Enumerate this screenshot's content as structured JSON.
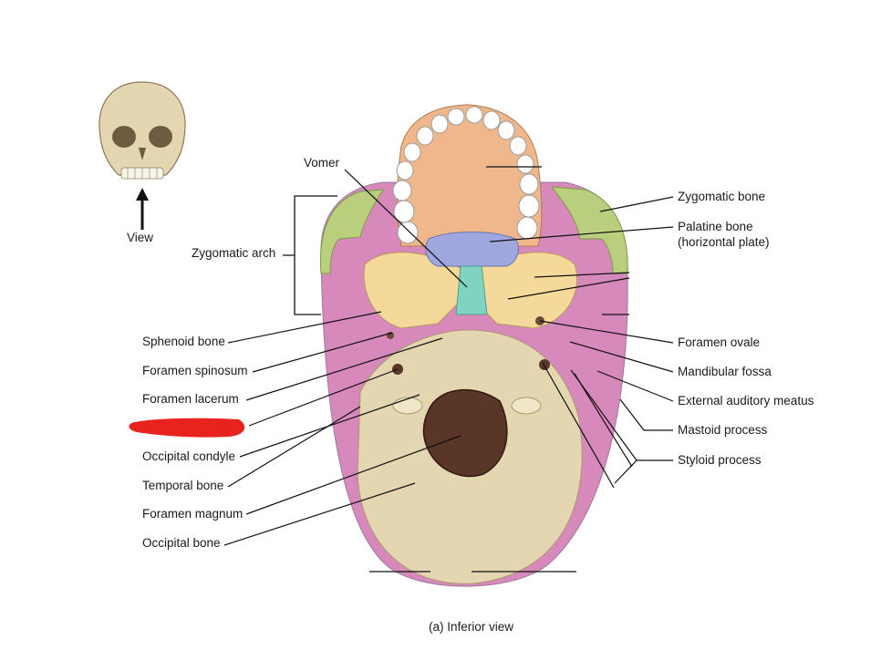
{
  "thumbnail": {
    "arrow_label": "View"
  },
  "labels": {
    "vomer": "Vomer",
    "zygomatic_arch": "Zygomatic arch",
    "sphenoid_bone": "Sphenoid bone",
    "foramen_spinosum": "Foramen spinosum",
    "foramen_lacerum": "Foramen lacerum",
    "occipital_condyle": "Occipital condyle",
    "temporal_bone": "Temporal bone",
    "foramen_magnum": "Foramen magnum",
    "occipital_bone": "Occipital bone",
    "zygomatic_bone": "Zygomatic bone",
    "palatine_bone_1": "Palatine bone",
    "palatine_bone_2": "(horizontal plate)",
    "foramen_ovale": "Foramen ovale",
    "mandibular_fossa": "Mandibular fossa",
    "external_auditory_meatus": "External auditory meatus",
    "mastoid_process": "Mastoid process",
    "styloid_process": "Styloid process"
  },
  "caption": "(a) Inferior view",
  "colors": {
    "bone_base": "#e4d6b0",
    "maxilla": "#f0b88a",
    "sphenoid": "#f4d99a",
    "temporal": "#d889bb",
    "zygomatic": "#b9cf7e",
    "palatine": "#9fa8de",
    "vomer": "#7fd3c0",
    "foramen_magnum": "#5a3628",
    "redaction": "#e8221c"
  }
}
